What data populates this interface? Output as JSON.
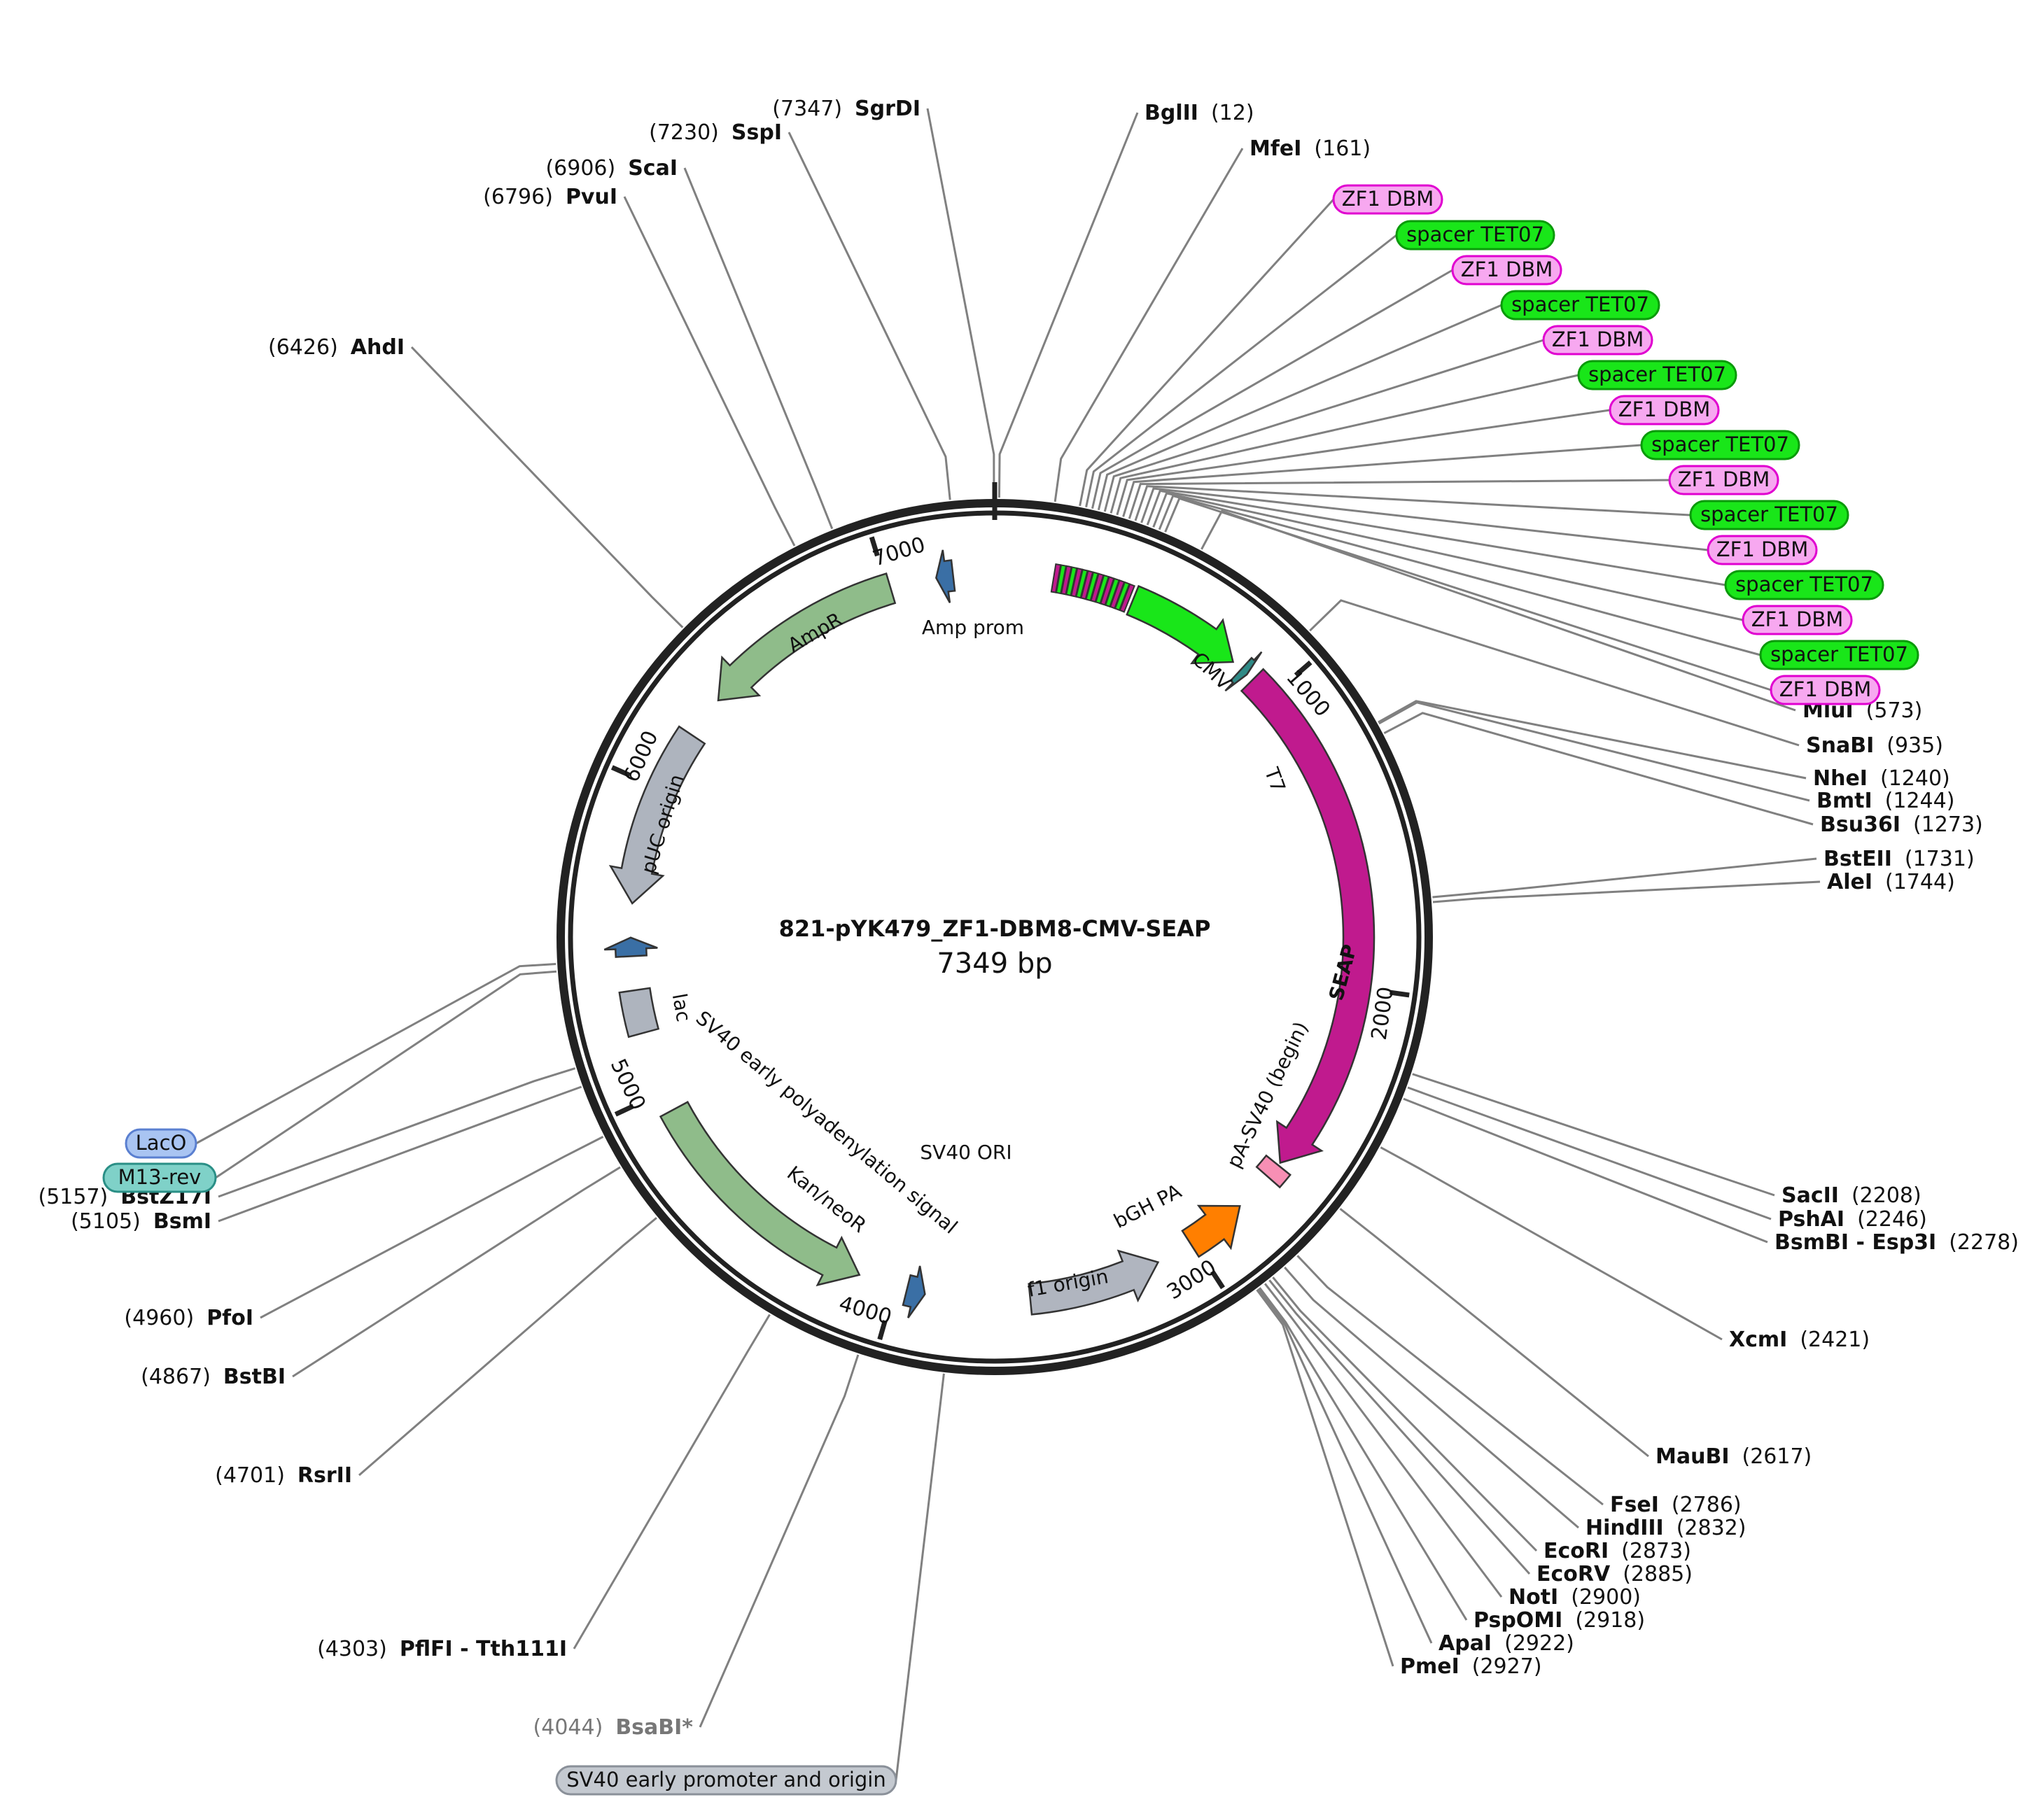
{
  "plasmid": {
    "name": "821-pYK479_ZF1-DBM8-CMV-SEAP",
    "size_label": "7349 bp",
    "length_bp": 7349
  },
  "ruler": [
    "1000",
    "2000",
    "3000",
    "4000",
    "5000",
    "6000",
    "7000"
  ],
  "features": [
    {
      "id": "cmv",
      "label": "CMV",
      "start": 455,
      "end": 835,
      "strand": 1,
      "color": "#19e619"
    },
    {
      "id": "t7",
      "label": "T7",
      "start": 870,
      "end": 895,
      "strand": 1,
      "color": "#2e8a86"
    },
    {
      "id": "seap",
      "label": "SEAP",
      "start": 920,
      "end": 2620,
      "strand": 1,
      "color": "#c01a8e"
    },
    {
      "id": "pa-sv40",
      "label": "pA-SV40 (begin)",
      "start": 2630,
      "end": 2680,
      "strand": 0,
      "color": "#f78fb4"
    },
    {
      "id": "bgh",
      "label": "bGH PA",
      "start": 2810,
      "end": 3010,
      "strand": -1,
      "color": "#ff7f00"
    },
    {
      "id": "f1",
      "label": "f1 origin",
      "start": 3130,
      "end": 3560,
      "strand": -1,
      "color": "#b0b5bf"
    },
    {
      "id": "sv40ori",
      "label": "SV40 ORI",
      "start": 3900,
      "end": 3960,
      "strand": -1,
      "color": "#3a6fa5"
    },
    {
      "id": "kan",
      "label": "Kan/neoR",
      "start": 4120,
      "end": 4935,
      "strand": -1,
      "color": "#8fbc8a"
    },
    {
      "id": "sv40early",
      "label": "SV40 early polyadenylation signal",
      "start": 5200,
      "end": 5340,
      "strand": 0,
      "color": "#aeb4be"
    },
    {
      "id": "lac",
      "label": "lac",
      "start": 5450,
      "end": 5510,
      "strand": 1,
      "color": "#3a6fa5"
    },
    {
      "id": "puc",
      "label": "pUC origin",
      "start": 5620,
      "end": 6200,
      "strand": -1,
      "color": "#aeb4be"
    },
    {
      "id": "ampr",
      "label": "AmpR",
      "start": 6340,
      "end": 7010,
      "strand": -1,
      "color": "#8fbc8a"
    },
    {
      "id": "ampprom",
      "label": "Amp prom",
      "start": 7160,
      "end": 7215,
      "strand": -1,
      "color": "#3a6fa5"
    }
  ],
  "site_labels": [
    {
      "name": "BglII",
      "pos": "12"
    },
    {
      "name": "MfeI",
      "pos": "161"
    },
    {
      "name": "MluI",
      "pos": "573"
    },
    {
      "name": "SnaBI",
      "pos": "935"
    },
    {
      "name": "NheI",
      "pos": "1240"
    },
    {
      "name": "BmtI",
      "pos": "1244"
    },
    {
      "name": "Bsu36I",
      "pos": "1273"
    },
    {
      "name": "BstEII",
      "pos": "1731"
    },
    {
      "name": "AleI",
      "pos": "1744"
    },
    {
      "name": "SacII",
      "pos": "2208"
    },
    {
      "name": "PshAI",
      "pos": "2246"
    },
    {
      "name": "BsmBI - Esp3I",
      "pos": "2278"
    },
    {
      "name": "XcmI",
      "pos": "2421"
    },
    {
      "name": "MauBI",
      "pos": "2617"
    },
    {
      "name": "FseI",
      "pos": "2786"
    },
    {
      "name": "HindIII",
      "pos": "2832"
    },
    {
      "name": "EcoRI",
      "pos": "2873"
    },
    {
      "name": "EcoRV",
      "pos": "2885"
    },
    {
      "name": "NotI",
      "pos": "2900"
    },
    {
      "name": "PspOMI",
      "pos": "2918"
    },
    {
      "name": "ApaI",
      "pos": "2922"
    },
    {
      "name": "PmeI",
      "pos": "2927"
    },
    {
      "name": "BsaBI*",
      "pos": "4044"
    },
    {
      "name": "PflFI - Tth111I",
      "pos": "4303"
    },
    {
      "name": "RsrII",
      "pos": "4701"
    },
    {
      "name": "BstBI",
      "pos": "4867"
    },
    {
      "name": "PfoI",
      "pos": "4960"
    },
    {
      "name": "BsmI",
      "pos": "5105"
    },
    {
      "name": "BstZ17I",
      "pos": "5157"
    },
    {
      "name": "AhdI",
      "pos": "6426"
    },
    {
      "name": "PvuI",
      "pos": "6796"
    },
    {
      "name": "ScaI",
      "pos": "6906"
    },
    {
      "name": "SspI",
      "pos": "7230"
    },
    {
      "name": "SgrDI",
      "pos": "7347"
    }
  ],
  "pill_labels": [
    {
      "label": "ZF1 DBM",
      "color": "#f7a8f0",
      "border": "#e000d0"
    },
    {
      "label": "spacer TET07",
      "color": "#19e619",
      "border": "#0a9a0a"
    },
    {
      "label": "ZF1 DBM",
      "color": "#f7a8f0",
      "border": "#e000d0"
    },
    {
      "label": "spacer TET07",
      "color": "#19e619",
      "border": "#0a9a0a"
    },
    {
      "label": "ZF1 DBM",
      "color": "#f7a8f0",
      "border": "#e000d0"
    },
    {
      "label": "spacer TET07",
      "color": "#19e619",
      "border": "#0a9a0a"
    },
    {
      "label": "ZF1 DBM",
      "color": "#f7a8f0",
      "border": "#e000d0"
    },
    {
      "label": "spacer TET07",
      "color": "#19e619",
      "border": "#0a9a0a"
    },
    {
      "label": "ZF1 DBM",
      "color": "#f7a8f0",
      "border": "#e000d0"
    },
    {
      "label": "spacer TET07",
      "color": "#19e619",
      "border": "#0a9a0a"
    },
    {
      "label": "ZF1 DBM",
      "color": "#f7a8f0",
      "border": "#e000d0"
    },
    {
      "label": "spacer TET07",
      "color": "#19e619",
      "border": "#0a9a0a"
    },
    {
      "label": "ZF1 DBM",
      "color": "#f7a8f0",
      "border": "#e000d0"
    },
    {
      "label": "spacer TET07",
      "color": "#19e619",
      "border": "#0a9a0a"
    },
    {
      "label": "ZF1 DBM",
      "color": "#f7a8f0",
      "border": "#e000d0"
    },
    {
      "label": "LacO",
      "color": "#a9c4f2",
      "border": "#5a7fd0"
    },
    {
      "label": "M13-rev",
      "color": "#7fd1c8",
      "border": "#2a8f86"
    },
    {
      "label": "SV40 early promoter and origin",
      "color": "#c4c9d0",
      "border": "#8a9099"
    }
  ],
  "colors": {
    "backbone": "#222222",
    "leader": "#808080",
    "dbm_stripes": [
      "#19e619",
      "#c01a8e"
    ]
  }
}
